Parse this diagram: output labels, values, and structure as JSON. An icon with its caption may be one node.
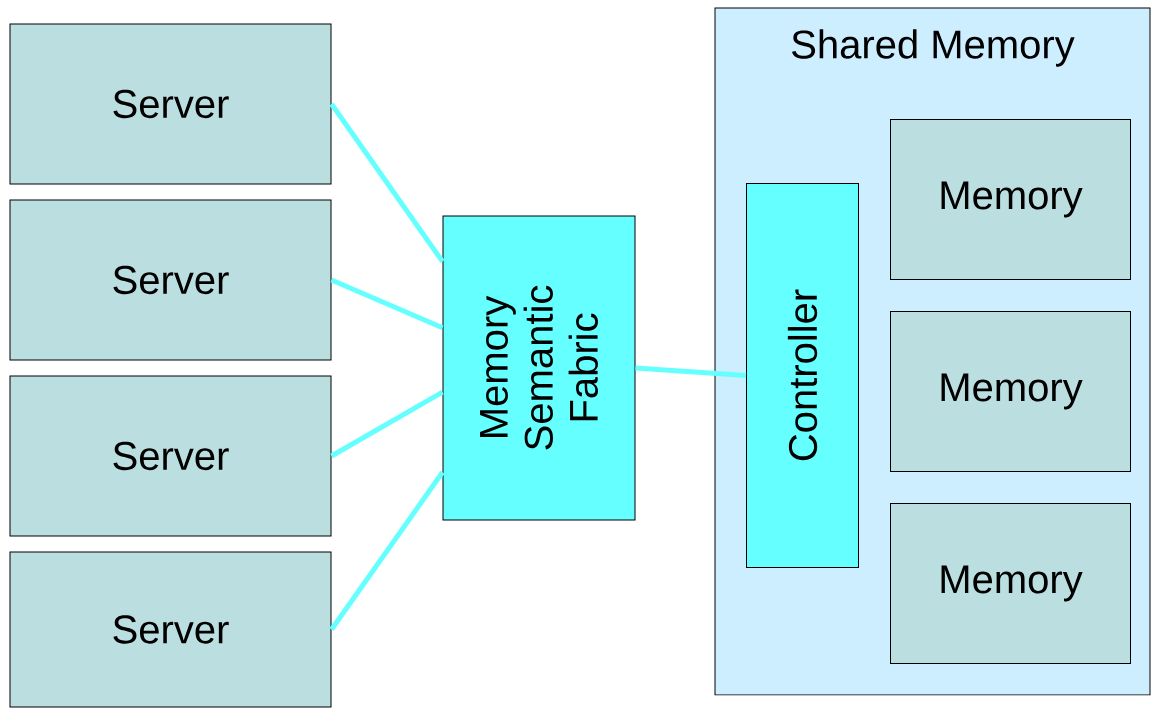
{
  "diagram": {
    "nodes": [
      {
        "text": [
          "Server"
        ]
      },
      {
        "text": [
          "Server"
        ]
      },
      {
        "text": [
          "Server"
        ]
      },
      {
        "text": [
          "Server"
        ]
      },
      {
        "text": [
          "Memory Semantic Fabric"
        ]
      },
      {
        "text": [
          "Shared Memory"
        ]
      },
      {
        "text": [
          "Controller"
        ],
        "in": 5
      },
      {
        "text": [
          "Memory"
        ],
        "in": 5
      },
      {
        "text": [
          "Memory"
        ],
        "in": 5
      },
      {
        "text": [
          "Memory"
        ],
        "in": 5
      }
    ],
    "edges": [
      {
        "from": 0,
        "to": 4,
        "arrow": "none"
      },
      {
        "from": 1,
        "to": 4,
        "arrow": "none"
      },
      {
        "from": 2,
        "to": 4,
        "arrow": "none"
      },
      {
        "from": 3,
        "to": 4,
        "arrow": "none"
      },
      {
        "from": 4,
        "to": 6,
        "arrow": "none"
      }
    ]
  }
}
